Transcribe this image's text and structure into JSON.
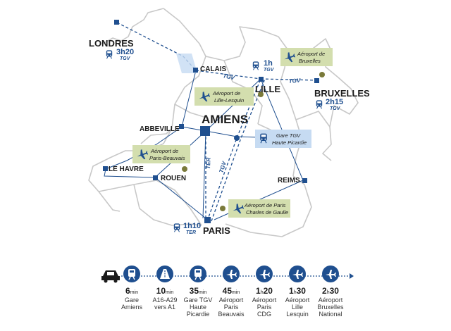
{
  "map": {
    "colors": {
      "accent": "#1f4f8f",
      "border": "#c8c8c8",
      "airport_box": "#d3deae",
      "airport_dot": "#7a7a3a",
      "gare_box": "#c6dbf2"
    },
    "cities": {
      "londres": "LONDRES",
      "calais": "CALAIS",
      "lille": "LILLE",
      "bruxelles": "BRUXELLES",
      "amiens": "AMIENS",
      "abbeville": "ABBEVILLE",
      "le_havre": "LE HAVRE",
      "rouen": "ROUEN",
      "reims": "REIMS",
      "paris": "PARIS"
    },
    "times": {
      "londres": {
        "time": "3h20",
        "mode": "TGV"
      },
      "lille": {
        "time": "1h",
        "mode": "TGV"
      },
      "bruxelles": {
        "time": "2h15",
        "mode": "TGV"
      },
      "paris": {
        "time": "1h10",
        "mode": "TER"
      }
    },
    "line_labels": {
      "tgv_calais_lille": "TGV",
      "tgv_lille_bruxelles": "TGV",
      "tgv_paris_north": "TGV",
      "ter_paris_amiens": "TER"
    },
    "airports": {
      "bruxelles": [
        "Aéroport de",
        "Bruxelles"
      ],
      "lille": [
        "Aéroport de",
        "Lille-Lesquin"
      ],
      "beauvais": [
        "Aéroport de",
        "Paris-Beauvais"
      ],
      "cdg": [
        "Aéroport de Paris",
        "Charles de Gaulle"
      ]
    },
    "gare": [
      "Gare TGV",
      "Haute Picardie"
    ]
  },
  "timeline": {
    "steps": [
      {
        "icon": "train-icon",
        "num": "6",
        "unit": "min",
        "label": [
          "Gare",
          "Amiens"
        ]
      },
      {
        "icon": "highway-icon",
        "num": "10",
        "unit": "min",
        "label": [
          "A16-A29",
          "vers A1"
        ]
      },
      {
        "icon": "train-icon",
        "num": "35",
        "unit": "min",
        "label": [
          "Gare TGV",
          "Haute",
          "Picardie"
        ]
      },
      {
        "icon": "plane-icon",
        "num": "45",
        "unit": "min",
        "label": [
          "Aéroport",
          "Paris",
          "Beauvais"
        ]
      },
      {
        "icon": "plane-icon",
        "num": "1",
        "unit": "h",
        "num2": "20",
        "label": [
          "Aéroport",
          "Paris",
          "CDG"
        ]
      },
      {
        "icon": "plane-icon",
        "num": "1",
        "unit": "h",
        "num2": "30",
        "label": [
          "Aéroport",
          "Lille",
          "Lesquin"
        ]
      },
      {
        "icon": "plane-icon",
        "num": "2",
        "unit": "h",
        "num2": "30",
        "label": [
          "Aéroport",
          "Bruxelles",
          "National"
        ]
      }
    ]
  }
}
